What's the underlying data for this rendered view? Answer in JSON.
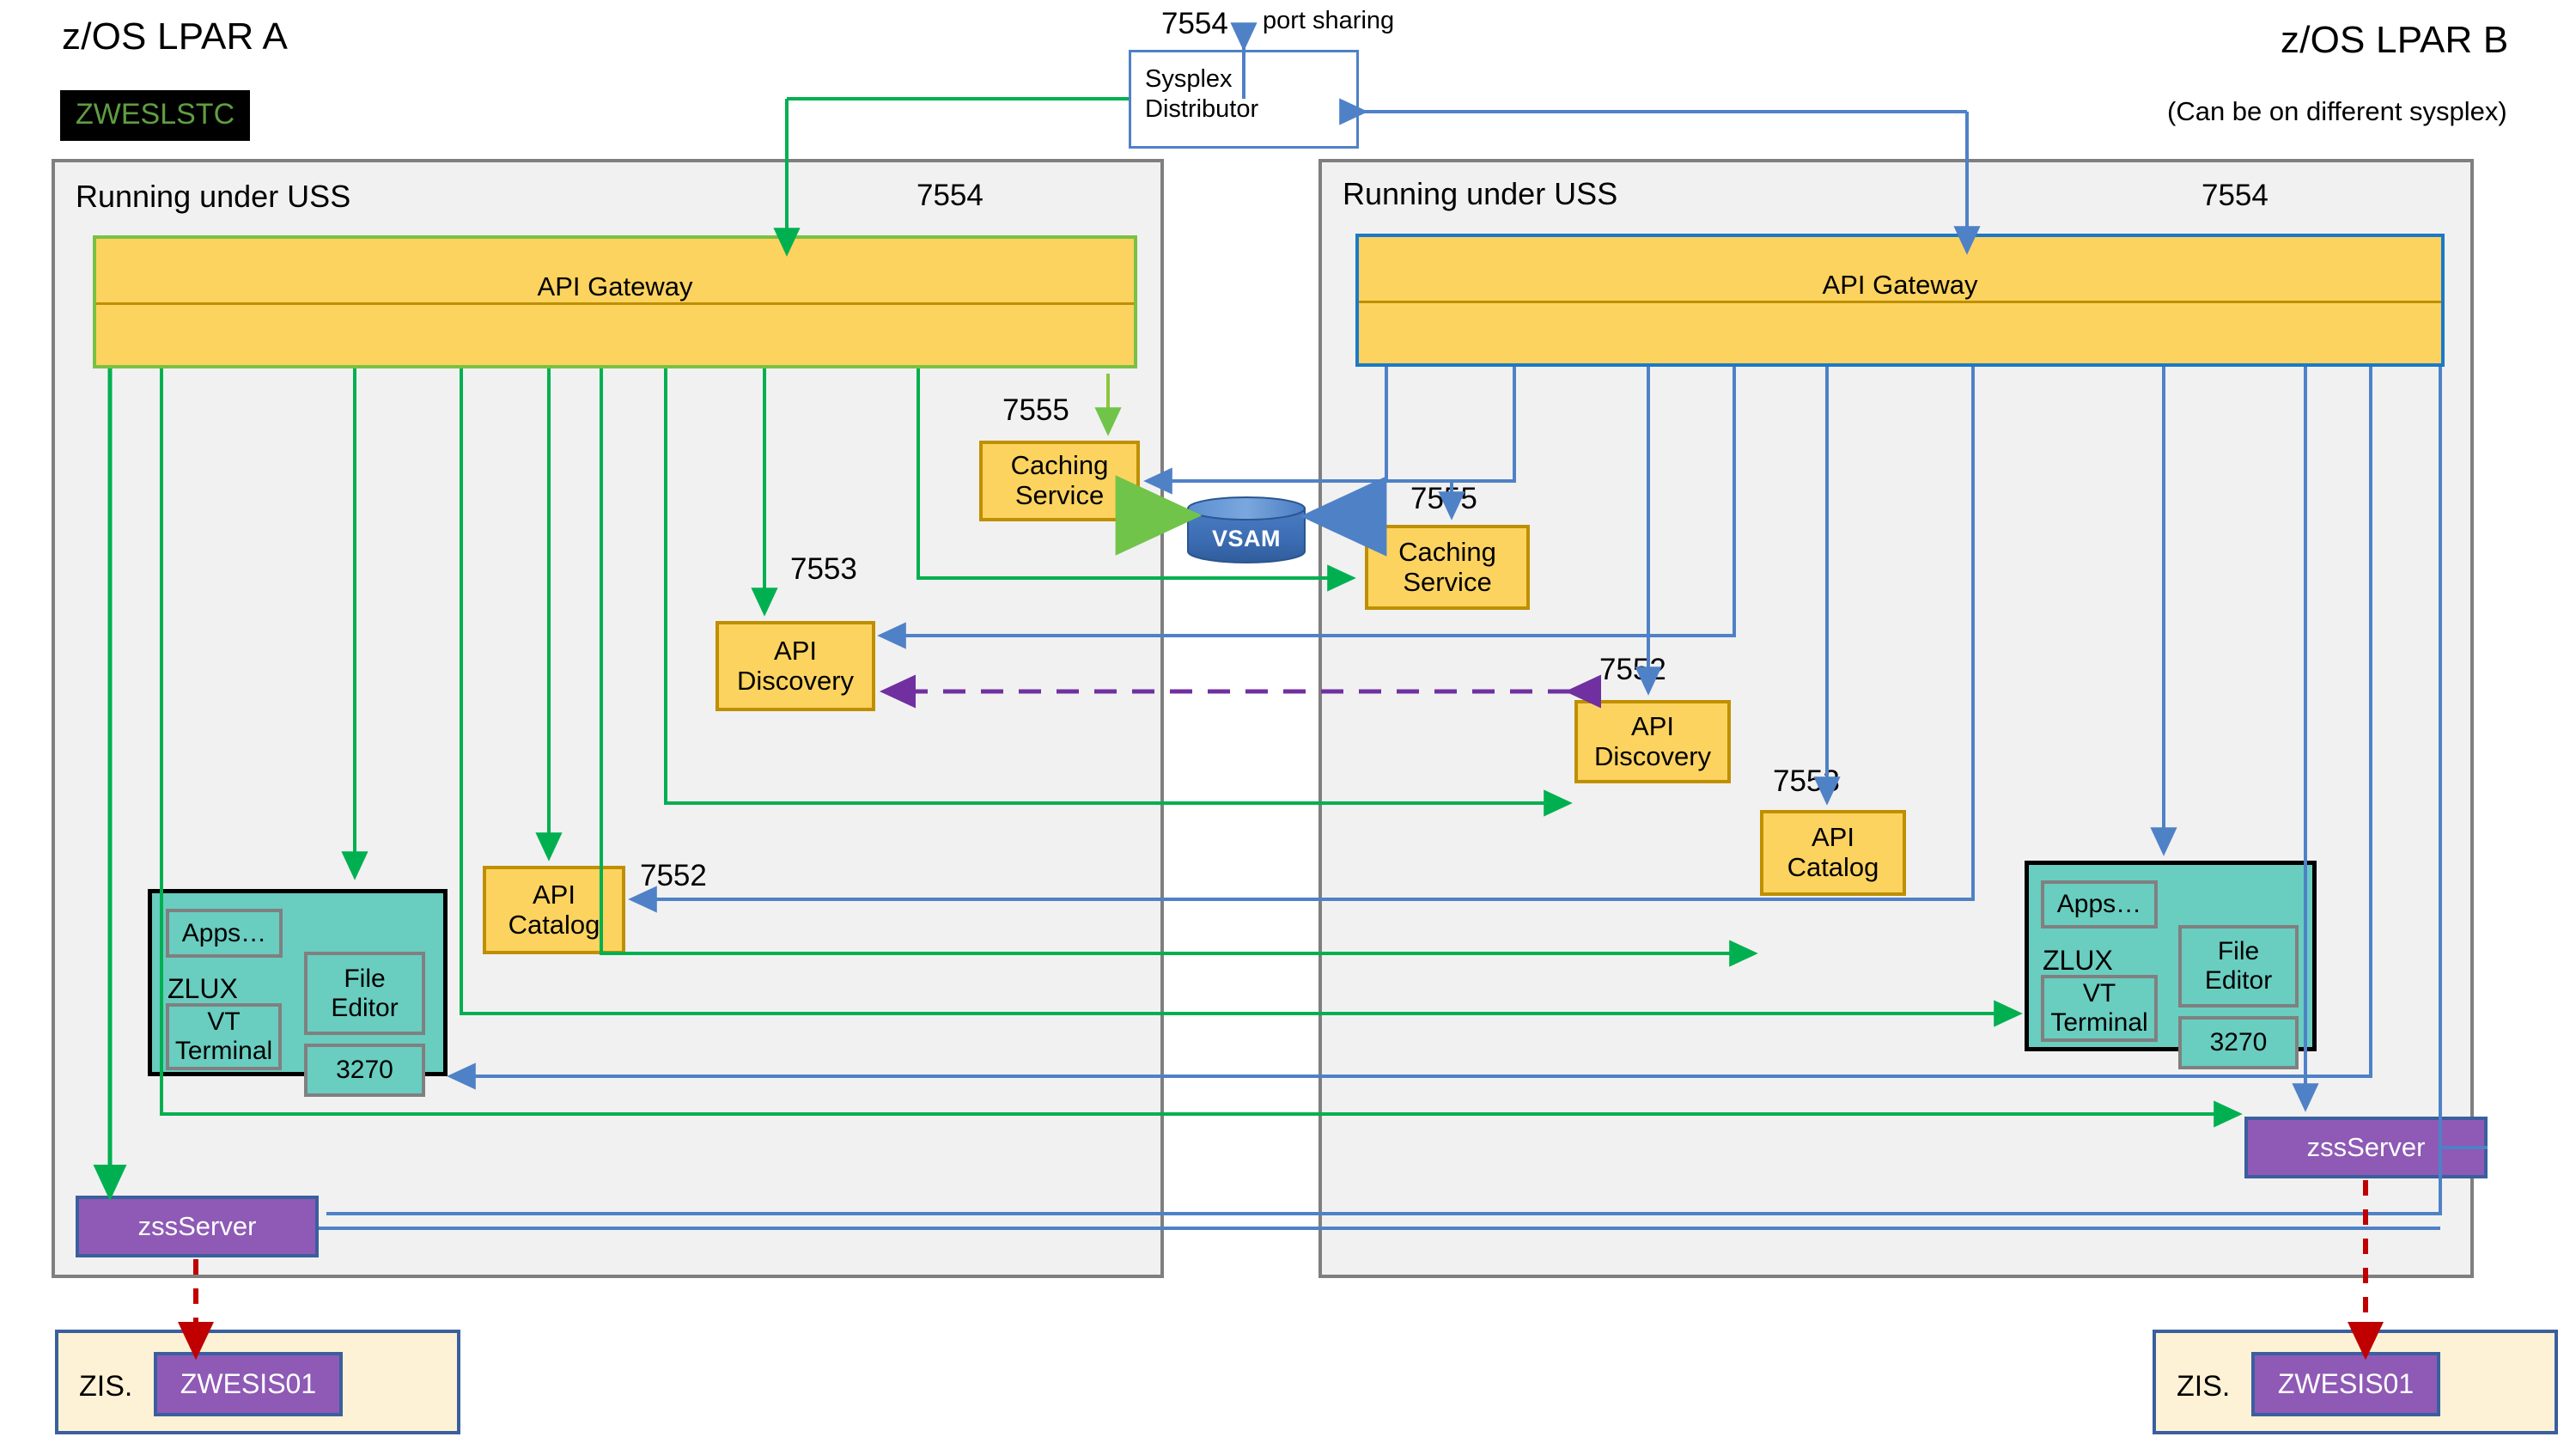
{
  "diagram": {
    "title_left": "z/OS LPAR A",
    "title_right": "z/OS LPAR B",
    "right_note": "(Can be on different sysplex)",
    "stc_badge": "ZWESLSTC",
    "sysplex_distributor": {
      "line1": "Sysplex",
      "line2": "Distributor",
      "port": "7554",
      "note": "port sharing"
    },
    "vsam": {
      "label": "VSAM"
    },
    "colors": {
      "gateway_fill": "#fcd35f",
      "gateway_border_a": "#79c143",
      "gateway_border_b": "#1b79c8",
      "service_fill": "#fcd35f",
      "service_border": "#bf8f00",
      "zlux_fill": "#69cdc0",
      "zss_fill": "#8e5ab5",
      "zis_fill": "#fdf2d5",
      "vsam_fill": "#3d6eb4",
      "panel_fill": "#f1f1f1",
      "panel_border": "#7f7f7f",
      "flow_green": "#00b050",
      "flow_blue": "#4f81c7",
      "flow_purple": "#7030a0",
      "flow_red": "#c00000",
      "stc_bg": "#000000",
      "stc_text": "#5f9e41"
    }
  },
  "lpar_a": {
    "uss_label": "Running under USS",
    "gateway": {
      "label": "API Gateway",
      "port": "7554"
    },
    "caching": {
      "label": "Caching Service",
      "line1": "Caching",
      "line2": "Service",
      "port": "7555"
    },
    "discovery": {
      "line1": "API",
      "line2": "Discovery",
      "port": "7553"
    },
    "catalog": {
      "line1": "API",
      "line2": "Catalog",
      "port": "7552"
    },
    "zlux": {
      "label": "ZLUX",
      "apps": "Apps…",
      "file_editor_l1": "File",
      "file_editor_l2": "Editor",
      "vt_l1": "VT",
      "vt_l2": "Terminal",
      "tn3270": "3270"
    },
    "zss": {
      "label": "zssServer"
    },
    "zis": {
      "label": "ZIS.",
      "proc": "ZWESIS01"
    }
  },
  "lpar_b": {
    "uss_label": "Running under USS",
    "gateway": {
      "label": "API Gateway",
      "port": "7554"
    },
    "caching": {
      "label": "Caching Service",
      "line1": "Caching",
      "line2": "Service",
      "port": "7555"
    },
    "discovery": {
      "line1": "API",
      "line2": "Discovery",
      "port": "7552"
    },
    "catalog": {
      "line1": "API",
      "line2": "Catalog",
      "port": "7553"
    },
    "zlux": {
      "label": "ZLUX",
      "apps": "Apps…",
      "file_editor_l1": "File",
      "file_editor_l2": "Editor",
      "vt_l1": "VT",
      "vt_l2": "Terminal",
      "tn3270": "3270"
    },
    "zss": {
      "label": "zssServer"
    },
    "zis": {
      "label": "ZIS.",
      "proc": "ZWESIS01"
    }
  }
}
